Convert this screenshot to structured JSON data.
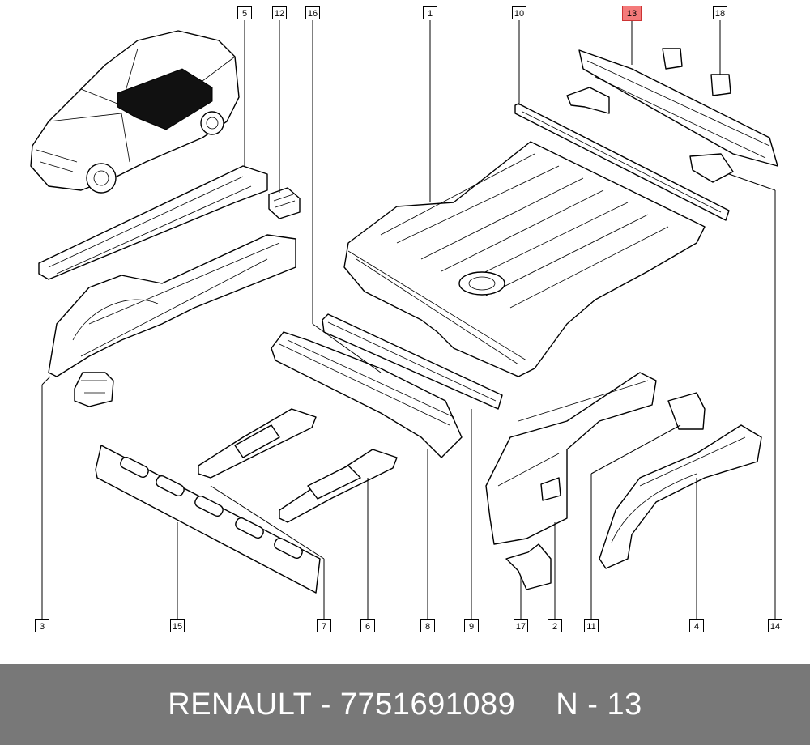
{
  "callouts": [
    {
      "id": "5",
      "label": "5"
    },
    {
      "id": "12",
      "label": "12"
    },
    {
      "id": "16",
      "label": "16"
    },
    {
      "id": "1",
      "label": "1"
    },
    {
      "id": "10",
      "label": "10"
    },
    {
      "id": "13",
      "label": "13"
    },
    {
      "id": "18",
      "label": "18"
    },
    {
      "id": "3",
      "label": "3"
    },
    {
      "id": "15",
      "label": "15"
    },
    {
      "id": "7",
      "label": "7"
    },
    {
      "id": "6",
      "label": "6"
    },
    {
      "id": "8",
      "label": "8"
    },
    {
      "id": "9",
      "label": "9"
    },
    {
      "id": "17",
      "label": "17"
    },
    {
      "id": "2",
      "label": "2"
    },
    {
      "id": "11",
      "label": "11"
    },
    {
      "id": "4",
      "label": "4"
    },
    {
      "id": "14",
      "label": "14"
    }
  ],
  "highlight_color": "#f47a7a",
  "footer": {
    "brand": "RENAULT",
    "separator": "-",
    "part_number": "7751691089",
    "ref": "N - 13",
    "background": "#787878"
  }
}
